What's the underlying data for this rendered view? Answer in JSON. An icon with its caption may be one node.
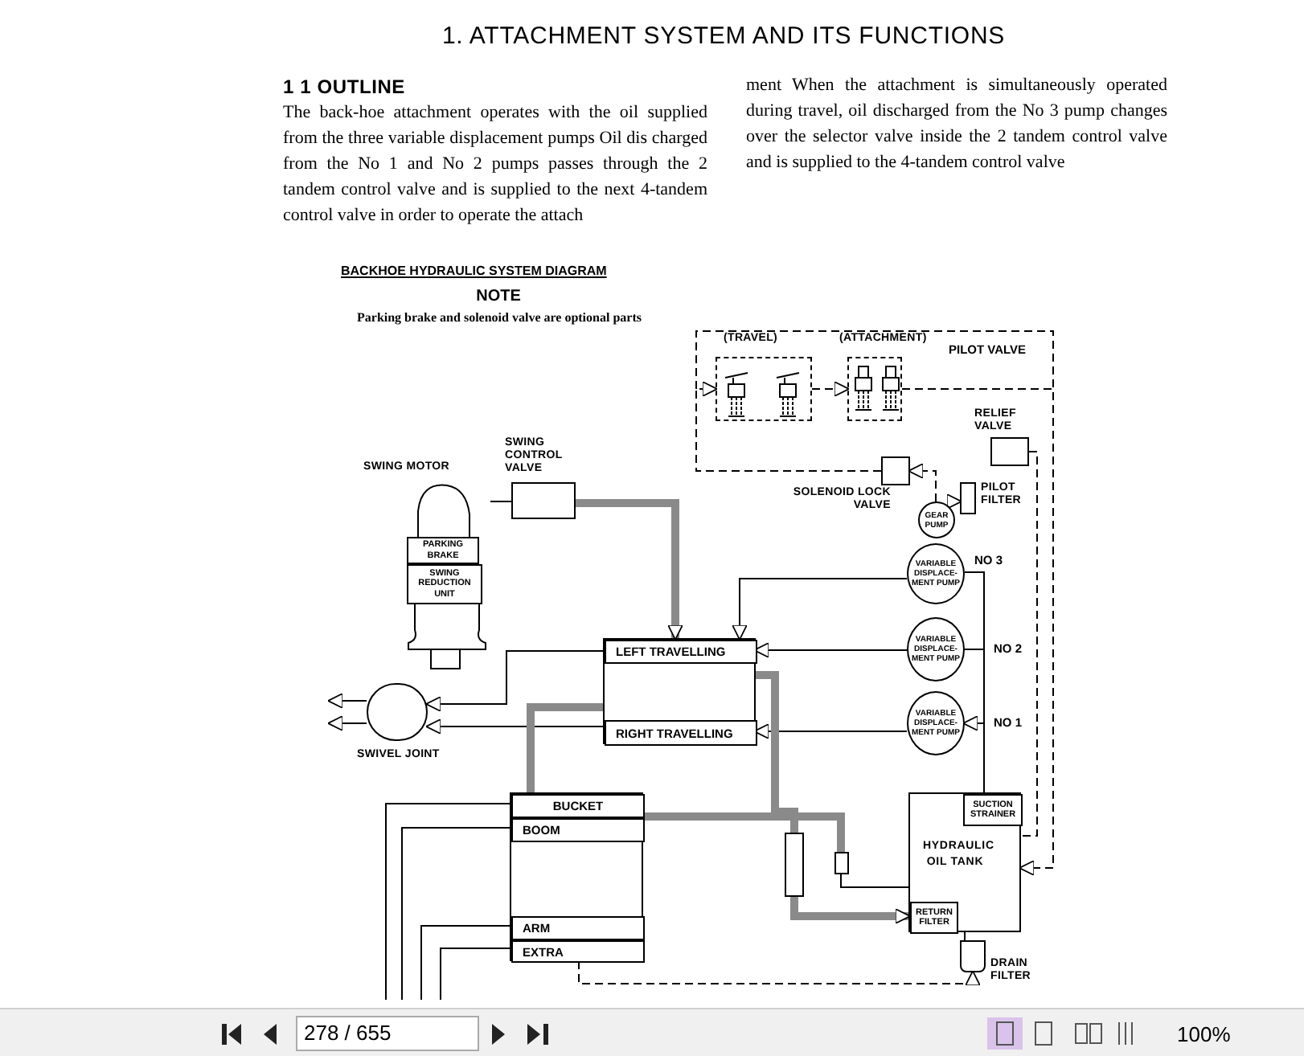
{
  "diagram": {
    "title": "1. ATTACHMENT SYSTEM AND ITS FUNCTIONS",
    "nodes": [
      {
        "text": [
          "SWING MOTOR"
        ]
      },
      {
        "text": [
          "PARKING BRAKE"
        ],
        "in": 0
      },
      {
        "text": [
          "SWING REDUCTION UNIT"
        ],
        "in": 0
      },
      {
        "text": [
          "SWING CONTROL VALVE"
        ]
      },
      {
        "text": [],
        "shape": "box"
      },
      {
        "text": [
          "LEFT TRAVELLING"
        ],
        "in": 4
      },
      {
        "text": [
          "RIGHT TRAVELLING"
        ],
        "in": 4
      },
      {
        "text": [
          "SWIVEL JOINT"
        ]
      },
      {
        "text": [],
        "shape": "box"
      },
      {
        "text": [
          "BUCKET"
        ],
        "in": 8
      },
      {
        "text": [
          "BOOM"
        ],
        "in": 8
      },
      {
        "text": [
          "ARM"
        ],
        "in": 8
      },
      {
        "text": [
          "EXTRA"
        ],
        "in": 8
      },
      {
        "text": [
          "SOLENOID LOCK VALVE"
        ]
      },
      {
        "text": [
          "RELIEF VALVE"
        ]
      },
      {
        "text": [
          "PILOT FILTER"
        ]
      },
      {
        "text": [
          "GEAR PUMP"
        ]
      },
      {
        "text": [
          "VARIABLE DISPLACE-MENT PUMP"
        ],
        "beside": [
          "NO 3"
        ]
      },
      {
        "text": [
          "VARIABLE DISPLACE-MENT PUMP"
        ],
        "beside": [
          "NO 2"
        ]
      },
      {
        "text": [
          "VARIABLE DISPLACE-MENT PUMP"
        ],
        "beside": [
          "NO 1"
        ]
      },
      {
        "text": [
          "HYDRAULIC OIL TANK"
        ]
      },
      {
        "text": [
          "SUCTION STRAINER"
        ],
        "in": 20
      },
      {
        "text": [
          "RETURN FILTER"
        ],
        "in": 20
      },
      {
        "text": [
          "DRAIN FILTER"
        ]
      },
      {
        "text": [
          "(TRAVEL)"
        ]
      },
      {
        "text": [
          "(ATTACHMENT)"
        ],
        "beside": [
          "PILOT VALVE"
        ]
      },
      {
        "text": [],
        "shape": "box"
      },
      {
        "text": [],
        "shape": "box"
      }
    ],
    "edges": [
      {
        "from": 19,
        "to": 6,
        "arrow": "to"
      },
      {
        "from": 18,
        "to": 5,
        "arrow": "to"
      },
      {
        "from": 17,
        "to": 4,
        "arrow": "to"
      },
      {
        "from": 5,
        "to": 7,
        "arrow": "to"
      },
      {
        "from": 6,
        "to": 7,
        "arrow": "to"
      },
      {
        "from": 7,
        "to": null,
        "arrow": "to"
      },
      {
        "from": 7,
        "to": null,
        "arrow": "to"
      },
      {
        "from": 3,
        "to": 0,
        "arrow": "none"
      },
      {
        "from": 3,
        "to": 4,
        "arrow": "to",
        "style": "thick",
        "color": "#8a8a8a"
      },
      {
        "from": 4,
        "to": 8,
        "arrow": "none",
        "style": "thick",
        "color": "#8a8a8a"
      },
      {
        "from": 4,
        "to": 26,
        "arrow": "none",
        "style": "thick",
        "color": "#8a8a8a"
      },
      {
        "from": 8,
        "to": 27,
        "arrow": "none",
        "style": "thick",
        "color": "#8a8a8a"
      },
      {
        "from": 26,
        "to": 22,
        "arrow": "to",
        "style": "thick",
        "color": "#8a8a8a"
      },
      {
        "from": 27,
        "to": 20,
        "arrow": "none"
      },
      {
        "from": 21,
        "to": 19,
        "arrow": "to"
      },
      {
        "from": 21,
        "to": 18,
        "arrow": "none"
      },
      {
        "from": 21,
        "to": 17,
        "arrow": "none"
      },
      {
        "from": 16,
        "to": 13,
        "arrow": "to",
        "style": "dashed"
      },
      {
        "from": 13,
        "to": 24,
        "arrow": "to",
        "style": "dashed"
      },
      {
        "from": 24,
        "to": 25,
        "arrow": "to",
        "style": "dashed"
      },
      {
        "from": 25,
        "to": 20,
        "arrow": "to",
        "style": "dashed"
      },
      {
        "from": 14,
        "to": 20,
        "arrow": "none",
        "style": "dashed"
      },
      {
        "from": 8,
        "to": 23,
        "arrow": "to",
        "style": "dashed"
      },
      {
        "from": 23,
        "to": 20,
        "arrow": "none",
        "style": "dashed"
      },
      {
        "from": 9,
        "to": null,
        "arrow": "none"
      },
      {
        "from": 10,
        "to": null,
        "arrow": "none"
      },
      {
        "from": 11,
        "to": null,
        "arrow": "none"
      },
      {
        "from": 12,
        "to": null,
        "arrow": "none"
      },
      {
        "from": 16,
        "to": 15,
        "arrow": "to",
        "style": "dashed"
      }
    ],
    "labels": [
      "1 1 OUTLINE",
      "The back-hoe attachment operates with the oil supplied from the three variable displacement pumps Oil dis charged from the No 1 and No 2 pumps passes through the 2 tandem control valve and is supplied to the next 4-tandem control valve in order to operate the attach",
      "ment When the attachment is simultaneously operated during travel, oil discharged from the No 3 pump changes over the selector valve inside the 2 tandem control valve and is supplied to the 4-tandem control valve",
      "BACKHOE HYDRAULIC SYSTEM DIAGRAM",
      "NOTE",
      "Parking brake and solenoid valve are optional parts",
      "278 / 655",
      "100%"
    ]
  }
}
